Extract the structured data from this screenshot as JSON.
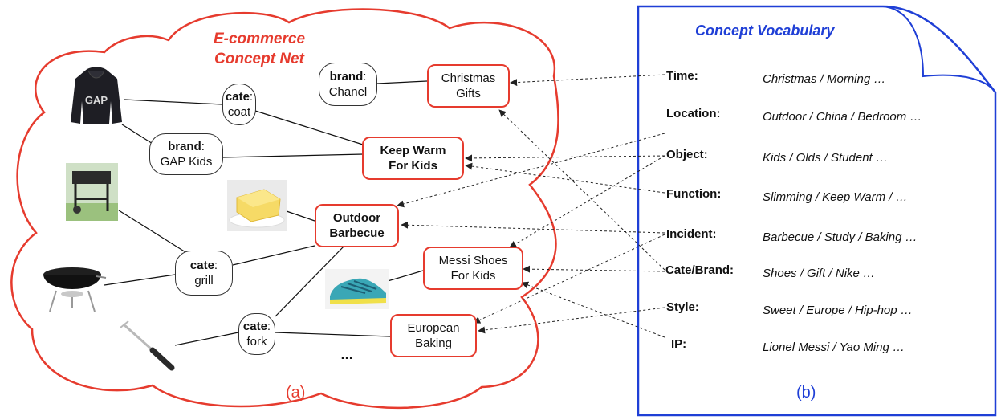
{
  "concept_net": {
    "title_line1": "E-commerce",
    "title_line2": "Concept Net",
    "caption": "(a)",
    "ellipsis": "…",
    "nodes": {
      "cate_coat": {
        "key": "cate",
        "value": "coat"
      },
      "brand_chanel": {
        "key": "brand",
        "value": "Chanel"
      },
      "brand_gap": {
        "key": "brand",
        "value": "GAP Kids"
      },
      "cate_grill": {
        "key": "cate",
        "value": "grill"
      },
      "cate_fork": {
        "key": "cate",
        "value": "fork"
      },
      "christmas_gifts": {
        "line1": "Christmas",
        "line2": "Gifts"
      },
      "keep_warm": {
        "line1": "Keep Warm",
        "line2": "For Kids"
      },
      "outdoor_bbq": {
        "line1": "Outdoor",
        "line2": "Barbecue"
      },
      "messi_shoes": {
        "line1": "Messi Shoes",
        "line2": "For Kids"
      },
      "european_baking": {
        "line1": "European",
        "line2": "Baking"
      }
    },
    "images": [
      "hoodie-image",
      "grill-stand-image",
      "butter-image",
      "kettle-grill-image",
      "shoe-image",
      "fork-image"
    ],
    "hoodie_text": "GAP"
  },
  "vocabulary": {
    "title": "Concept Vocabulary",
    "caption": "(b)",
    "rows": [
      {
        "label": "Time:",
        "values": "Christmas / Morning …"
      },
      {
        "label": "Location:",
        "values": "Outdoor / China / Bedroom …"
      },
      {
        "label": "Object:",
        "values": "Kids / Olds / Student …"
      },
      {
        "label": "Function:",
        "values": "Slimming / Keep Warm /  …"
      },
      {
        "label": "Incident:",
        "values": "Barbecue / Study / Baking …"
      },
      {
        "label": "Cate/Brand:",
        "values": "Shoes / Gift / Nike …"
      },
      {
        "label": "Style:",
        "values": "Sweet / Europe / Hip-hop …"
      },
      {
        "label": "IP:",
        "values": "Lionel Messi / Yao Ming …"
      }
    ]
  },
  "colors": {
    "red": "#e63b2e",
    "blue": "#1f3fd6"
  }
}
